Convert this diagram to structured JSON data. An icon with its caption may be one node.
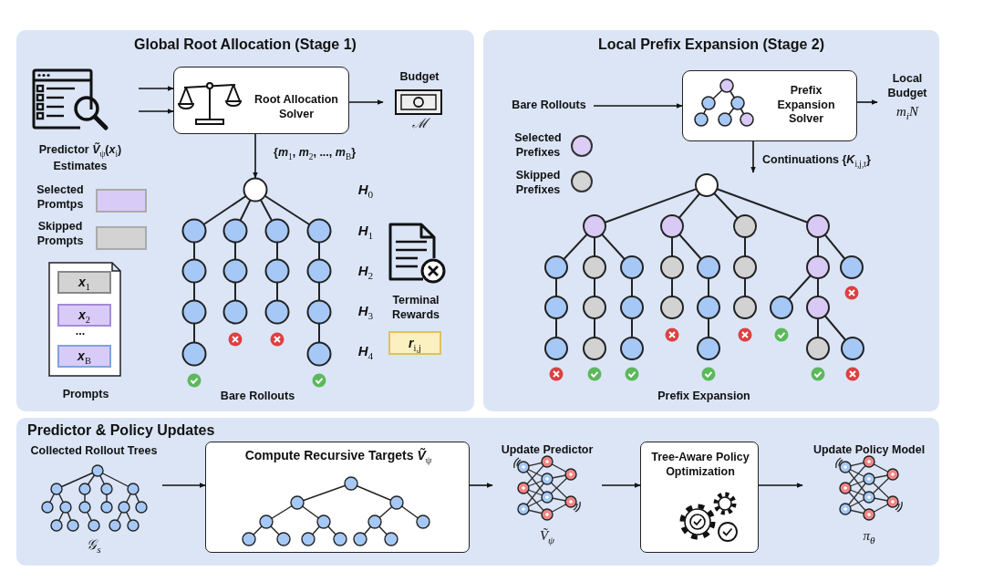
{
  "diagram": {
    "nodes": [
      {
        "text": [
          "Global Root Allocation (Stage 1)"
        ]
      },
      {
        "text": [
          "Local Prefix Expansion (Stage 2)"
        ]
      },
      {
        "text": [
          "Predictor & Policy Updates"
        ]
      },
      {
        "text": [
          "Predictor *Ṽ*$_{ψ}$(*x*$_{i}$) Estimates"
        ],
        "in": 0
      },
      {
        "text": [
          "Root Allocation Solver"
        ],
        "in": 0
      },
      {
        "text": [
          "Budget",
          "ℳ"
        ],
        "in": 0
      },
      {
        "text": [
          "Bare Rollouts"
        ],
        "in": 0
      },
      {
        "text": [
          "Prompts"
        ],
        "in": 0
      },
      {
        "text": [
          "*x*$_{1}$"
        ],
        "in": 7
      },
      {
        "text": [
          "*x*$_{2}$"
        ],
        "in": 7
      },
      {
        "text": [
          "*x*$_{B}$"
        ],
        "in": 7
      },
      {
        "text": [
          "Terminal Rewards"
        ],
        "in": 0
      },
      {
        "text": [
          "*r*$_{i,j}$"
        ],
        "in": 0
      },
      {
        "text": [
          "Bare Rollouts"
        ],
        "in": 1
      },
      {
        "text": [
          "Prefix Expansion Solver"
        ],
        "in": 1
      },
      {
        "text": [
          "Local Budget",
          "*m*$_{i}$*N*"
        ],
        "in": 1
      },
      {
        "text": [
          "Prefix Expansion"
        ],
        "in": 1
      },
      {
        "text": [
          "Collected Rollout Trees",
          "𝒢$_{s}$"
        ],
        "in": 2
      },
      {
        "text": [
          "Compute Recursive Targets *Ṽ*$_{ψ}$"
        ],
        "in": 2
      },
      {
        "text": [
          "Update Predictor",
          "*Ṽ*$_{ψ}$"
        ],
        "in": 2
      },
      {
        "text": [
          "Tree-Aware Policy Optimization"
        ],
        "in": 2
      },
      {
        "text": [
          "Update Policy Model",
          "*π*$_{θ}$"
        ],
        "in": 2
      }
    ],
    "edges": [
      {
        "from": 3,
        "to": 4,
        "arrow": "to"
      },
      {
        "from": 3,
        "to": 4,
        "arrow": "to"
      },
      {
        "from": 4,
        "to": 5,
        "arrow": "to"
      },
      {
        "from": 4,
        "to": 6,
        "arrow": "to",
        "label": "{*m*$_{1}$, *m*$_{2}$, ..., *m*$_{B}$}"
      },
      {
        "from": 13,
        "to": 14,
        "arrow": "to"
      },
      {
        "from": 14,
        "to": 15,
        "arrow": "to"
      },
      {
        "from": 14,
        "to": 16,
        "arrow": "to",
        "label": "Continuations {*K*$_{i,j,t}$}"
      },
      {
        "from": 17,
        "to": 18,
        "arrow": "to"
      },
      {
        "from": 18,
        "to": 19,
        "arrow": "to"
      },
      {
        "from": 19,
        "to": 20,
        "arrow": "to"
      },
      {
        "from": 20,
        "to": 21,
        "arrow": "to"
      }
    ],
    "labels": [
      "*H*$_{0}$",
      "*H*$_{1}$",
      "*H*$_{2}$",
      "*H*$_{3}$",
      "*H*$_{4}$",
      "..."
    ],
    "legend": [
      {
        "text": "Selected Promtps",
        "color": "#d9cbf7"
      },
      {
        "text": "Skipped Prompts",
        "color": "#d3d3d3"
      },
      {
        "text": "Selected Prefixes",
        "color": "#dccdf6"
      },
      {
        "text": "Skipped Prefixes",
        "color": "#d5d5d5"
      }
    ]
  }
}
